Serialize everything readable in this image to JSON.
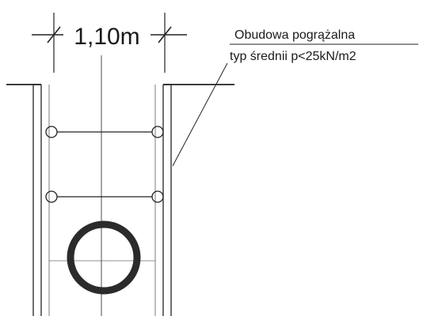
{
  "dimension": {
    "label": "1,10m"
  },
  "annotation": {
    "line1": "Obudowa pogrążalna",
    "line2": "typ średnii p<25kN/m2"
  }
}
